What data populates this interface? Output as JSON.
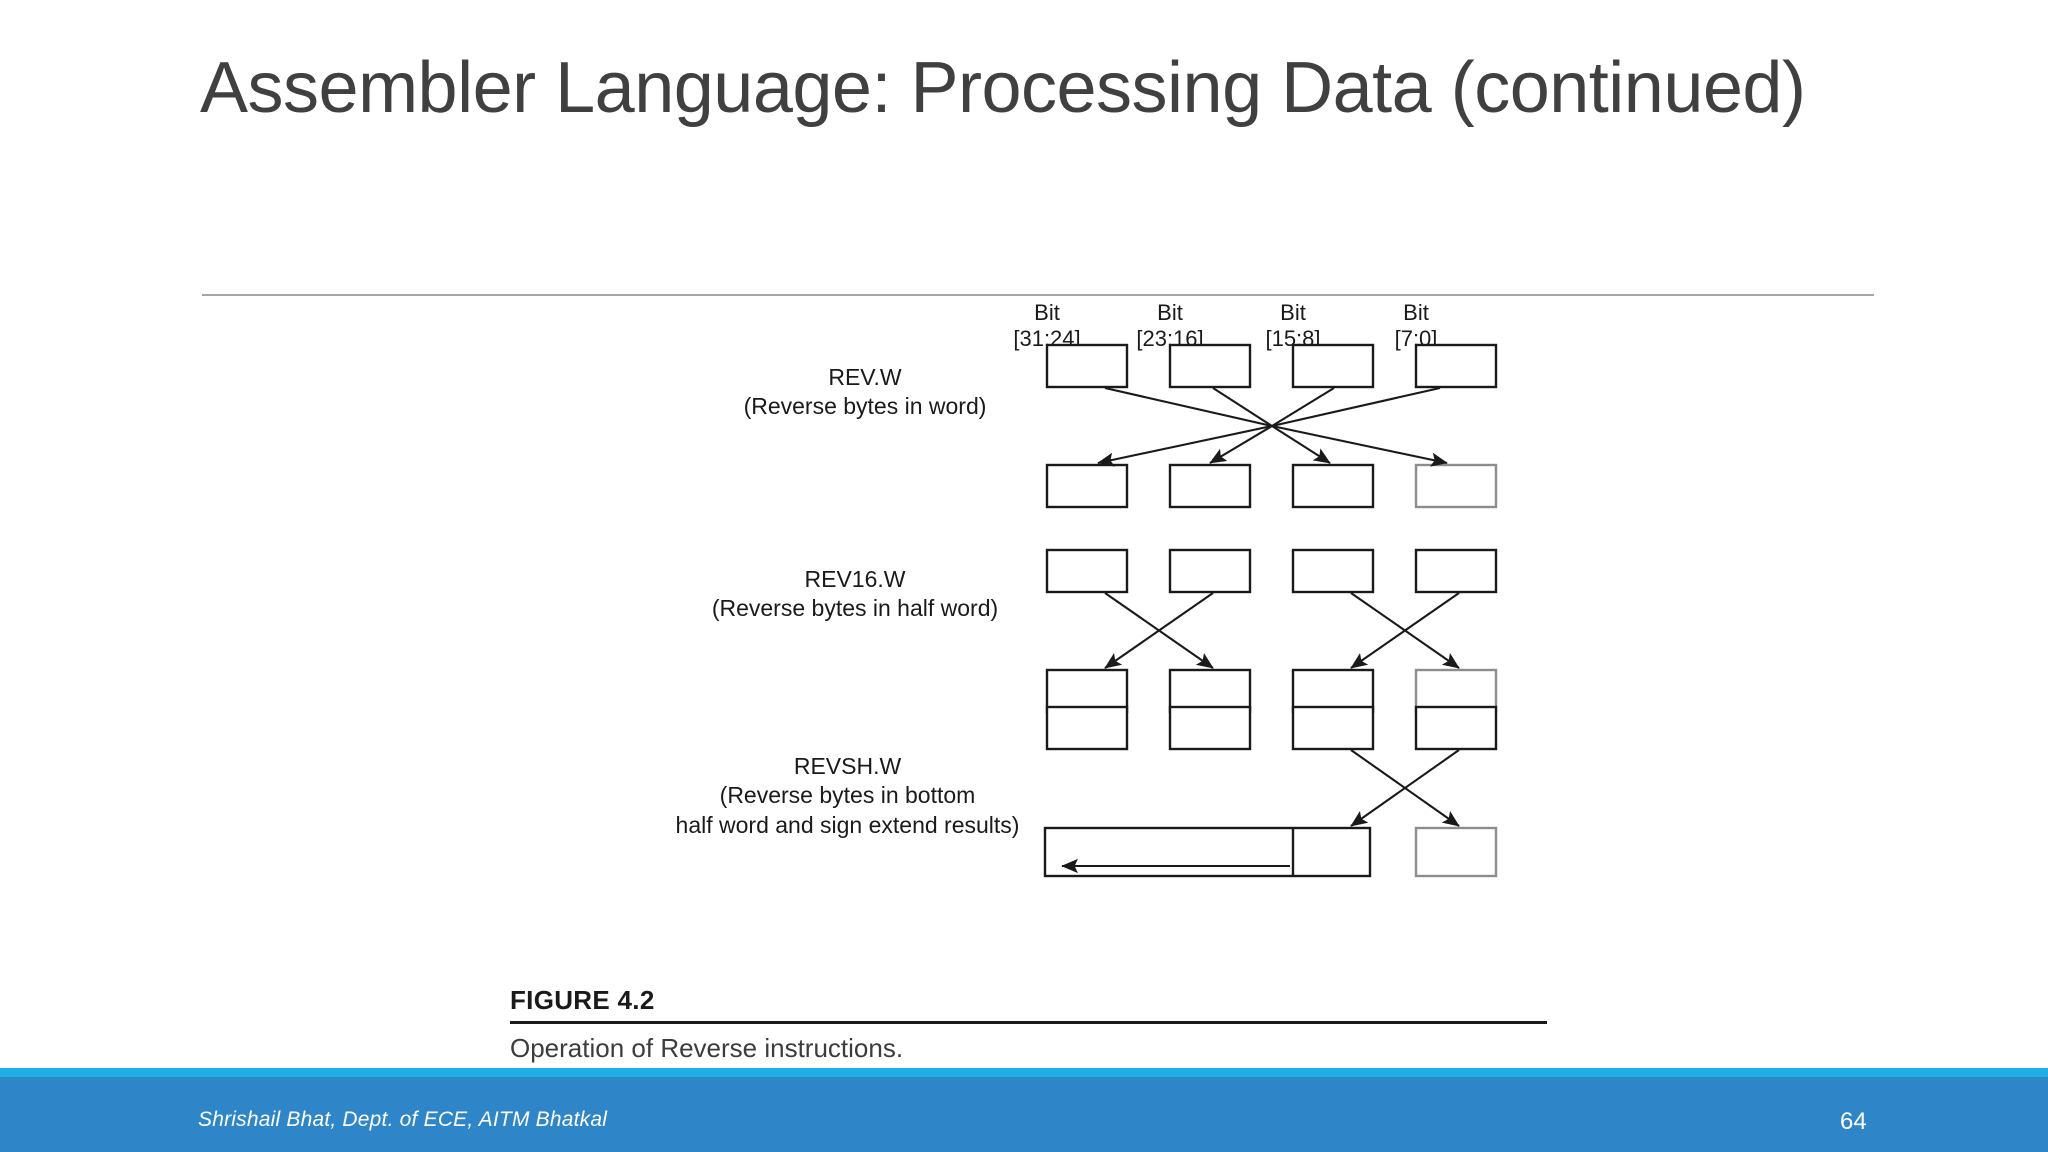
{
  "slide": {
    "title": "Assembler Language: Processing Data (continued)",
    "title_color": "#404040",
    "background": "#ffffff"
  },
  "figure": {
    "bit_headers": [
      {
        "line1": "Bit",
        "line2": "[31:24]"
      },
      {
        "line1": "Bit",
        "line2": "[23:16]"
      },
      {
        "line1": "Bit",
        "line2": "[15:8]"
      },
      {
        "line1": "Bit",
        "line2": "[7:0]"
      }
    ],
    "rows": [
      {
        "mnemonic": "REV.W",
        "description": "(Reverse bytes in word)",
        "mapping": [
          3,
          2,
          1,
          0
        ],
        "source_boxes": 4,
        "dest_boxes": 4
      },
      {
        "mnemonic": "REV16.W",
        "description": "(Reverse bytes in half word)",
        "mapping": [
          1,
          0,
          3,
          2
        ],
        "source_boxes": 4,
        "dest_boxes": 4
      },
      {
        "mnemonic": "REVSH.W",
        "description": "(Reverse bytes in bottom half word and sign extend results)",
        "description_lines": [
          "(Reverse bytes in bottom",
          "half word and sign extend results)"
        ],
        "mapping": [
          null,
          null,
          3,
          2
        ],
        "source_boxes": 4,
        "dest_boxes": 2,
        "sign_extend_label": "sign extend"
      }
    ],
    "caption_title": "FIGURE 4.2",
    "caption_text": "Operation of Reverse instructions.",
    "box_stroke": "#1a1a1a",
    "box_stroke_muted": "#8c8c8c",
    "box_fill": "#ffffff"
  },
  "footer": {
    "credit": "Shrishail Bhat, Dept. of ECE, AITM Bhatkal",
    "page_number": "64",
    "stripe_color": "#1CAEE4",
    "band_color": "#2E86C8",
    "text_color": "#ffffff"
  }
}
